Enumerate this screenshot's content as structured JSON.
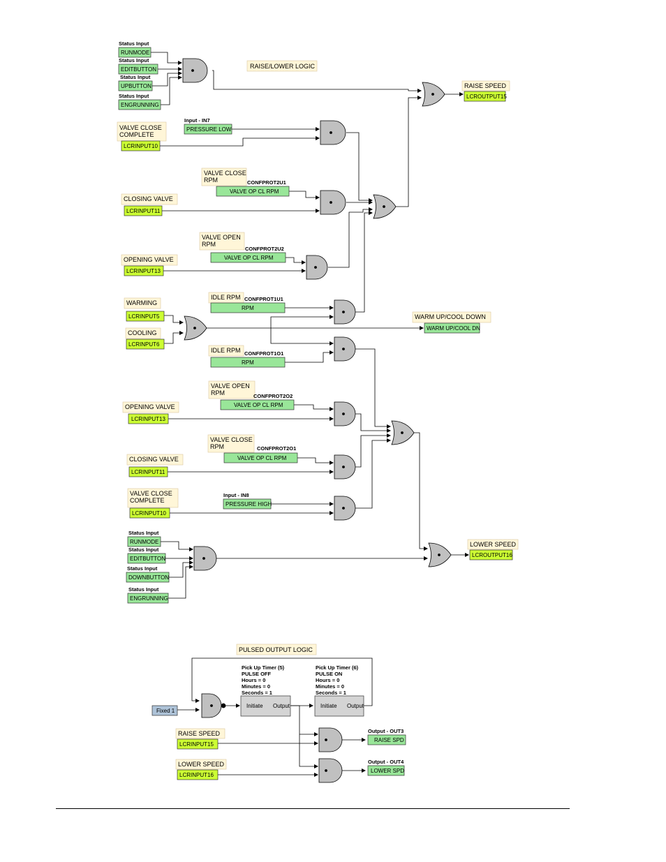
{
  "raise_lower": {
    "title": "RAISE/LOWER LOGIC",
    "top_inputs": [
      {
        "label": "Status Input",
        "value": "RUNMODE"
      },
      {
        "label": "Status Input",
        "value": "EDITBUTTON"
      },
      {
        "label": "Status Input",
        "value": "UPBUTTON"
      },
      {
        "label": "Status Input",
        "value": "ENGRUNNING"
      }
    ],
    "bottom_inputs": [
      {
        "label": "Status Input",
        "value": "RUNMODE"
      },
      {
        "label": "Status Input",
        "value": "EDITBUTTON"
      },
      {
        "label": "Status Input",
        "value": "DOWNBUTTON"
      },
      {
        "label": "Status Input",
        "value": "ENGRUNNING"
      }
    ],
    "notes": {
      "valve_close_complete": "VALVE CLOSE\nCOMPLETE",
      "valve_close_rpm": "VALVE CLOSE\nRPM",
      "closing_valve": "CLOSING VALVE",
      "valve_open_rpm": "VALVE OPEN\nRPM",
      "opening_valve": "OPENING VALVE",
      "warming": "WARMING",
      "cooling": "COOLING",
      "idle_rpm": "IDLE RPM",
      "warm_up_cool_down": "WARM UP/COOL DOWN",
      "raise_speed": "RAISE SPEED",
      "lower_speed": "LOWER SPEED"
    },
    "blocks": {
      "lcrinput10": "LCRINPUT10",
      "lcrinput11": "LCRINPUT11",
      "lcrinput13": "LCRINPUT13",
      "lcrinput5": "LCRINPUT5",
      "lcrinput6": "LCRINPUT6",
      "pressure_low": "PRESSURE LOW",
      "pressure_high": "PRESSURE HIGH",
      "valve_op_cl_rpm": "VALVE OP CL RPM",
      "rpm": "RPM",
      "warm_up_cool_dn": "WARM UP/COOL DN",
      "lcroutput15": "LCROUTPUT15",
      "lcroutput16": "LCROUTPUT16"
    },
    "labels": {
      "input_in7": "Input - IN7",
      "input_in8": "Input - IN8",
      "confprot2u1": "CONFPROT2U1",
      "confprot2u2": "CONFPROT2U2",
      "confprot1u1": "CONFPROT1U1",
      "confprot1o1": "CONFPROT1O1",
      "confprot2o2": "CONFPROT2O2",
      "confprot2o1": "CONFPROT2O1"
    }
  },
  "pulsed": {
    "title": "PULSED OUTPUT LOGIC",
    "fixed": "Fixed 1",
    "timer5": {
      "title": "Pick Up Timer (5)",
      "name": "PULSE OFF",
      "hours": "Hours = 0",
      "minutes": "Minutes = 0",
      "seconds": "Seconds = 1",
      "in": "Initiate",
      "out": "Output"
    },
    "timer6": {
      "title": "Pick Up Timer (6)",
      "name": "PULSE ON",
      "hours": "Hours = 0",
      "minutes": "Minutes = 0",
      "seconds": "Seconds = 1",
      "in": "Initiate",
      "out": "Output"
    },
    "raise_speed_note": "RAISE SPEED",
    "lower_speed_note": "LOWER SPEED",
    "lcrinput15": "LCRINPUT15",
    "lcrinput16": "LCRINPUT16",
    "out3_label": "Output - OUT3",
    "out3": "RAISE SPD",
    "out4_label": "Output - OUT4",
    "out4": "LOWER SPD"
  },
  "colors": {
    "lime": "#ccff33",
    "green": "#99e699",
    "note": "#fff6d8",
    "gate": "#c0c0c0",
    "timer": "#d4d4d4",
    "fixed": "#aec3d8"
  }
}
